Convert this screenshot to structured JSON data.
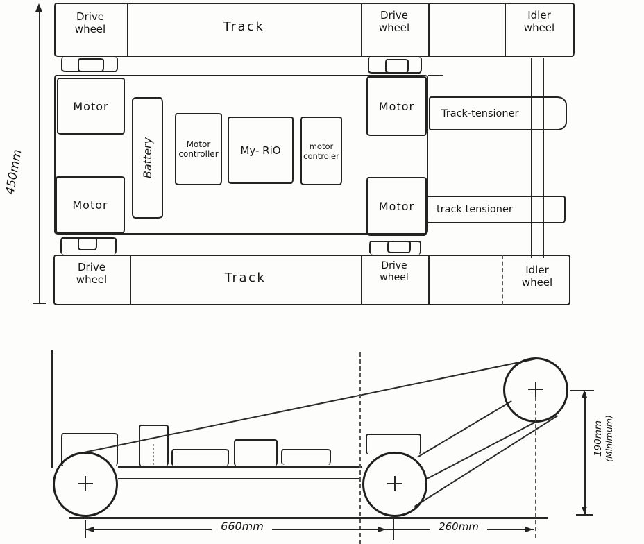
{
  "top_view": {
    "dimensions": {
      "overall_height": "450mm"
    },
    "top_row": {
      "drive_wheel_left": "Drive wheel",
      "track": "Track",
      "drive_wheel_right": "Drive wheel",
      "idler_wheel": "Idler wheel"
    },
    "chassis": {
      "motor_front_left": "Motor",
      "motor_rear_left": "Motor",
      "motor_front_right": "Motor",
      "motor_rear_right": "Motor",
      "battery": "Battery",
      "motor_controller_left": "Motor controller",
      "my_rio": "My- RiO",
      "motor_controller_right": "motor controler"
    },
    "tensioners": {
      "top": "Track-tensioner",
      "bottom": "track tensioner"
    },
    "bottom_row": {
      "drive_wheel_left": "Drive wheel",
      "track": "Track",
      "drive_wheel_right": "Drive wheel",
      "idler_wheel": "Idler wheel"
    }
  },
  "side_view": {
    "dimensions": {
      "front_length": "660mm",
      "rear_length": "260mm",
      "idler_height": "190mm",
      "idler_height_note": "(Minimum)"
    }
  }
}
